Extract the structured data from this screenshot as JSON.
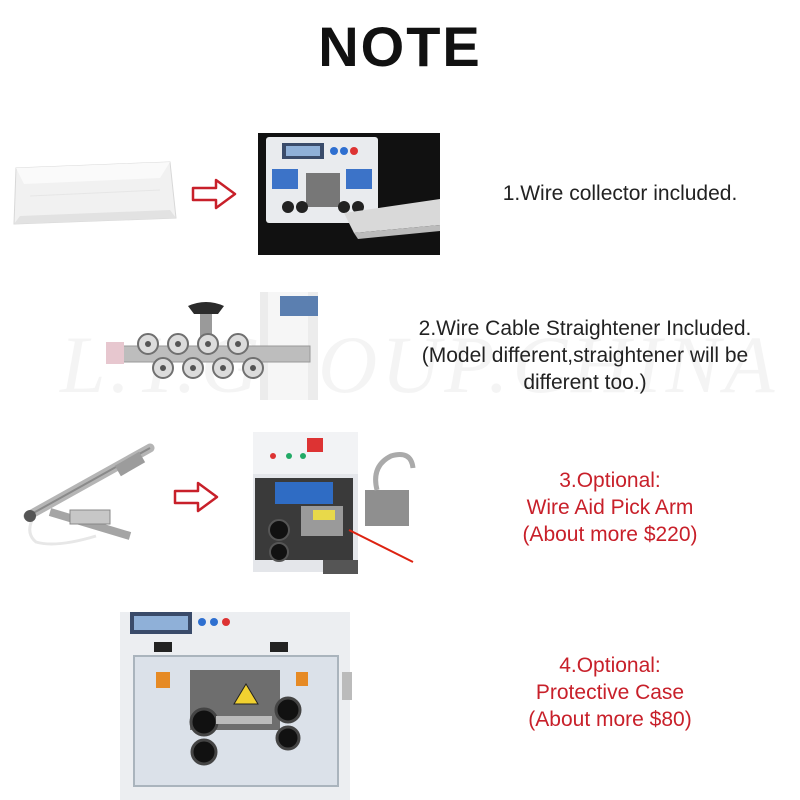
{
  "title": "NOTE",
  "watermark": "L.Y.GROUP.CHINA",
  "items": [
    {
      "lines": [
        "1.Wire collector included."
      ],
      "color": "#222222"
    },
    {
      "lines": [
        "2.Wire Cable Straightener Included.",
        "(Model different,straightener will be",
        "different too.)"
      ],
      "color": "#222222"
    },
    {
      "lines": [
        "3.Optional:",
        "Wire Aid Pick Arm",
        "(About more $220)"
      ],
      "color": "#c8202a"
    },
    {
      "lines": [
        "4.Optional:",
        "Protective Case",
        "(About more $80)"
      ],
      "color": "#c8202a"
    }
  ],
  "icons": {
    "arrow": "arrow-right-outline-icon"
  },
  "colors": {
    "accent_red": "#c8202a",
    "text_dark": "#222222",
    "title": "#111111"
  }
}
